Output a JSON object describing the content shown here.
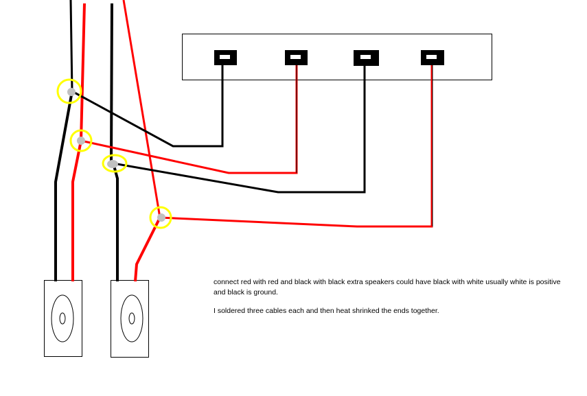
{
  "notes": {
    "line1": "connect red with red  and black with black extra speakers could have black with white usually white is positive",
    "line2": "and black is ground.",
    "line3": "I soldered three cables each and then heat shrinked the ends together."
  },
  "colors": {
    "red_wire": "#ff0000",
    "black_wire": "#000000",
    "solder_joint_ring": "#ffff00",
    "solder_joint": "#c0c0c0",
    "outline": "#000000",
    "background": "#ffffff"
  },
  "components": {
    "amplifier_terminals": 4,
    "speakers": 2,
    "solder_joints": 4
  }
}
